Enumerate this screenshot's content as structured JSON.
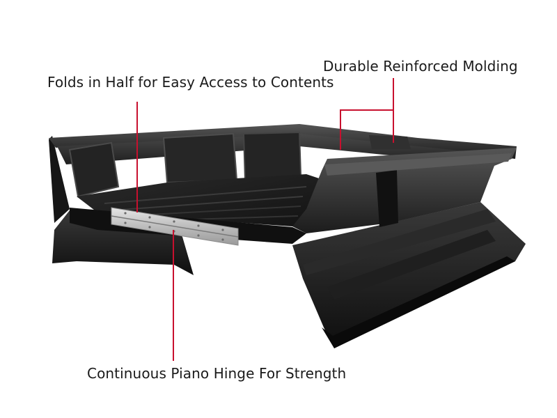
{
  "callouts": {
    "folds": "Folds in Half for Easy Access to Contents",
    "durable": "Durable Reinforced Molding",
    "hinge": "Continuous Piano Hinge For Strength"
  },
  "colors": {
    "background": "#ffffff",
    "leader_line": "#c8102e",
    "product_body": "#1b1b1b",
    "hinge_metal": "#c9c9c9",
    "label_text": "#1a1a1a"
  }
}
